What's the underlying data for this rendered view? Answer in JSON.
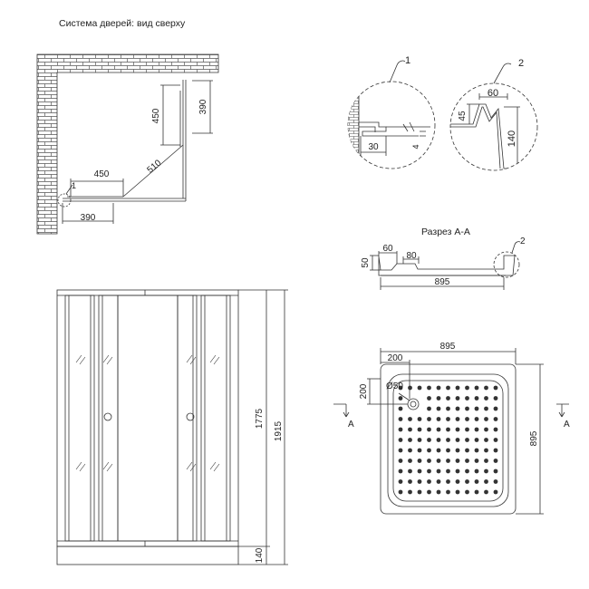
{
  "top_view": {
    "title": "Система дверей: вид сверху",
    "dim_390_vertical": "390",
    "dim_450_vertical": "450",
    "dim_450_horizontal": "450",
    "dim_510_diagonal": "510",
    "dim_390_horizontal": "390",
    "detail_callout": "1"
  },
  "detail_1": {
    "callout": "1",
    "dim_30": "30",
    "dim_4": "4"
  },
  "detail_2": {
    "callout": "2",
    "dim_60": "60",
    "dim_45": "45",
    "dim_140": "140"
  },
  "section_aa": {
    "title": "Разрез А-А",
    "dim_60": "60",
    "dim_80": "80",
    "dim_50": "50",
    "dim_895": "895",
    "detail_callout": "2"
  },
  "front_view": {
    "dim_1775": "1775",
    "dim_1915": "1915",
    "dim_140": "140"
  },
  "tray_plan": {
    "dim_895_top": "895",
    "dim_200_top": "200",
    "dim_200_left": "200",
    "drain_label": "Ø50",
    "dim_895_right": "895",
    "section_mark_left": "А",
    "section_mark_right": "А"
  }
}
